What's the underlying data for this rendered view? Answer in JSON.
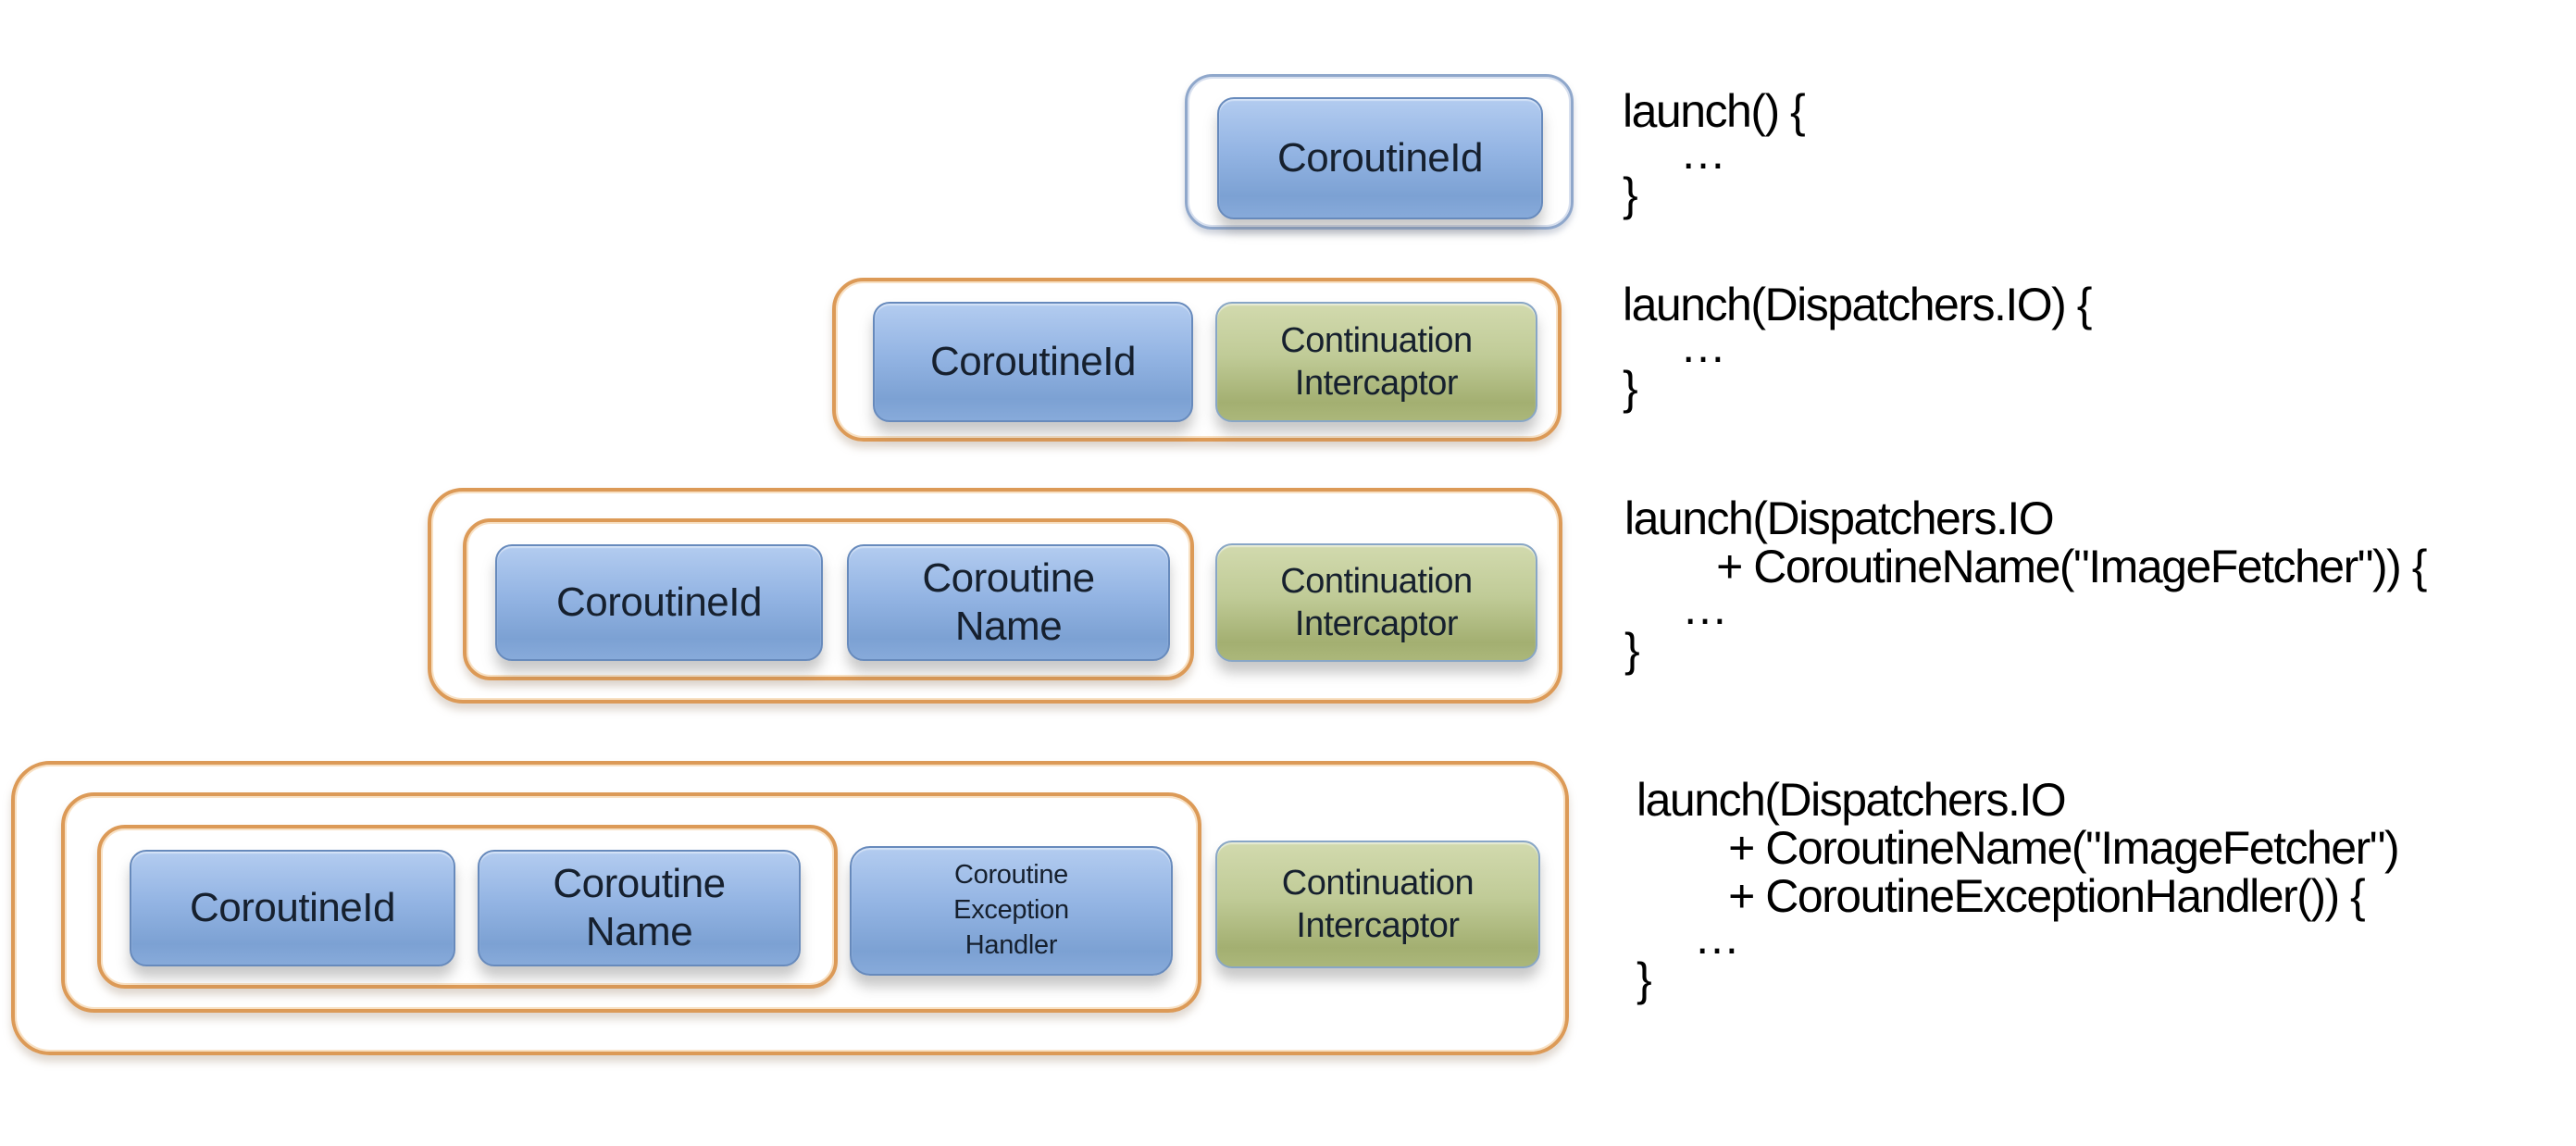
{
  "diagram": {
    "background": "#ffffff",
    "palette": {
      "orange_frame_border": "#dc9a57",
      "steel_frame_border": "#8fa7cb",
      "chip_blue_top": "#b3ccf0",
      "chip_blue_bottom": "#7ca1d3",
      "chip_green_top": "#d2daae",
      "chip_green_bottom": "#a3af71",
      "label_text": "#16202e",
      "code_text": "#000000"
    },
    "rows": [
      {
        "name": "launch-default",
        "chips": {
          "coroutine_id": "CoroutineId"
        },
        "code": {
          "signature": "launch() {",
          "ellipsis": "…",
          "close": "}"
        }
      },
      {
        "name": "launch-dispatcher",
        "chips": {
          "coroutine_id": "CoroutineId",
          "continuation_interceptor": "Continuation\nIntercaptor"
        },
        "code": {
          "signature": "launch(Dispatchers.IO) {",
          "ellipsis": "…",
          "close": "}"
        }
      },
      {
        "name": "launch-dispatcher-name",
        "chips": {
          "coroutine_id": "CoroutineId",
          "coroutine_name": "Coroutine\nName",
          "continuation_interceptor": "Continuation\nIntercaptor"
        },
        "code": {
          "signature": "launch(Dispatchers.IO\n        + CoroutineName(\"ImageFetcher\")) {",
          "ellipsis": "…",
          "close": "}"
        }
      },
      {
        "name": "launch-dispatcher-name-handler",
        "chips": {
          "coroutine_id": "CoroutineId",
          "coroutine_name": "Coroutine\nName",
          "coroutine_exception_handler": "Coroutine\nException\nHandler",
          "continuation_interceptor": "Continuation\nIntercaptor"
        },
        "code": {
          "signature": "launch(Dispatchers.IO\n        + CoroutineName(\"ImageFetcher\")\n        + CoroutineExceptionHandler()) {",
          "ellipsis": "…",
          "close": "}"
        }
      }
    ]
  }
}
